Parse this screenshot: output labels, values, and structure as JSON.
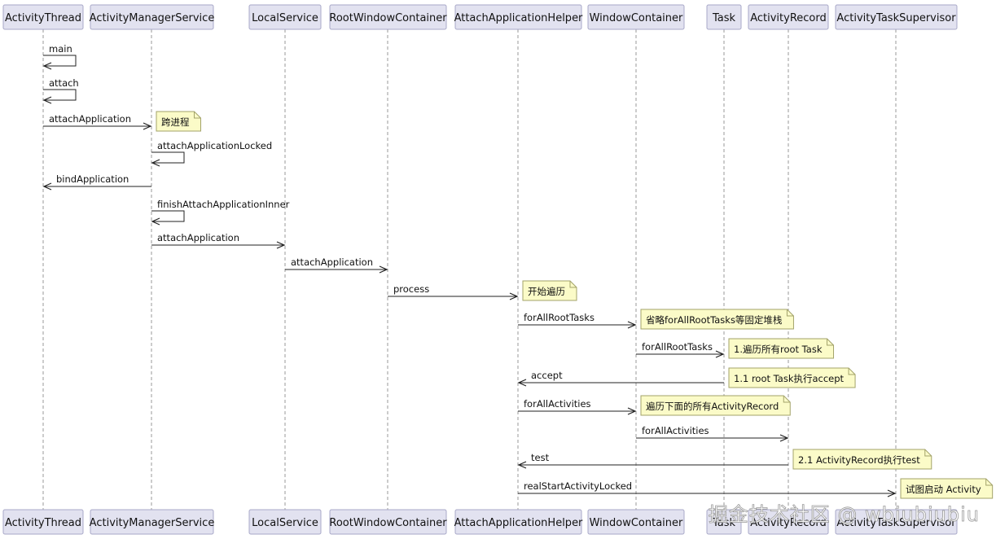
{
  "participants": [
    "ActivityThread",
    "ActivityManagerService",
    "LocalService",
    "RootWindowContainer",
    "AttachApplicationHelper",
    "WindowContainer",
    "Task",
    "ActivityRecord",
    "ActivityTaskSupervisor"
  ],
  "messages": [
    {
      "from": "ActivityThread",
      "to": "ActivityThread",
      "label": "main"
    },
    {
      "from": "ActivityThread",
      "to": "ActivityThread",
      "label": "attach"
    },
    {
      "from": "ActivityThread",
      "to": "ActivityManagerService",
      "label": "attachApplication"
    },
    {
      "from": "ActivityManagerService",
      "to": "ActivityManagerService",
      "label": "attachApplicationLocked"
    },
    {
      "from": "ActivityManagerService",
      "to": "ActivityThread",
      "label": "bindApplication"
    },
    {
      "from": "ActivityManagerService",
      "to": "ActivityManagerService",
      "label": "finishAttachApplicationInner"
    },
    {
      "from": "ActivityManagerService",
      "to": "LocalService",
      "label": "attachApplication"
    },
    {
      "from": "LocalService",
      "to": "RootWindowContainer",
      "label": "attachApplication"
    },
    {
      "from": "RootWindowContainer",
      "to": "AttachApplicationHelper",
      "label": "process"
    },
    {
      "from": "AttachApplicationHelper",
      "to": "WindowContainer",
      "label": "forAllRootTasks"
    },
    {
      "from": "WindowContainer",
      "to": "Task",
      "label": "forAllRootTasks"
    },
    {
      "from": "Task",
      "to": "AttachApplicationHelper",
      "label": "accept"
    },
    {
      "from": "AttachApplicationHelper",
      "to": "WindowContainer",
      "label": "forAllActivities"
    },
    {
      "from": "WindowContainer",
      "to": "ActivityRecord",
      "label": "forAllActivities"
    },
    {
      "from": "ActivityRecord",
      "to": "AttachApplicationHelper",
      "label": "test"
    },
    {
      "from": "AttachApplicationHelper",
      "to": "ActivityTaskSupervisor",
      "label": "realStartActivityLocked"
    }
  ],
  "notes": [
    {
      "after": 2,
      "participant": "ActivityManagerService",
      "text": "跨进程"
    },
    {
      "after": 8,
      "participant": "AttachApplicationHelper",
      "text": "开始遍历"
    },
    {
      "after": 9,
      "participant": "WindowContainer",
      "text": "省略forAllRootTasks等固定堆栈"
    },
    {
      "after": 10,
      "participant": "Task",
      "text": "1.遍历所有root Task"
    },
    {
      "after": 11,
      "participant": "Task",
      "text": "1.1 root Task执行accept"
    },
    {
      "after": 12,
      "participant": "WindowContainer",
      "text": "遍历下面的所有ActivityRecord"
    },
    {
      "after": 14,
      "participant": "ActivityRecord",
      "text": "2.1 ActivityRecord执行test"
    },
    {
      "after": 15,
      "participant": "ActivityTaskSupervisor",
      "text": "试图启动 Activity"
    }
  ],
  "watermark": "掘金技术社区 @ wbiubiubiu",
  "colors": {
    "actor_fill": "#e2e2f0",
    "actor_border": "#a8a8c8",
    "lifeline": "#9a9a9a",
    "arrow": "#222222",
    "note_fill": "#fbfbc8",
    "note_border": "#a3a36a"
  }
}
